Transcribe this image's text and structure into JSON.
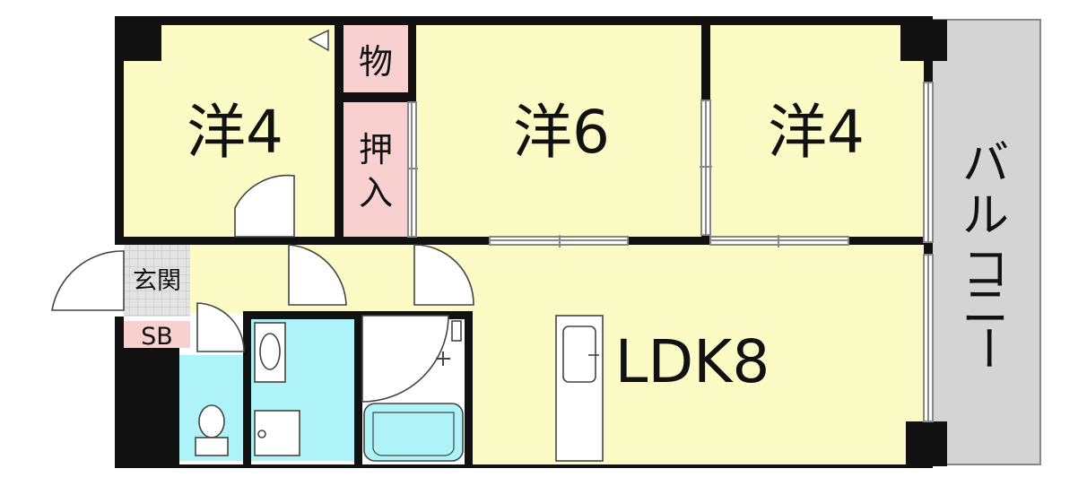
{
  "rooms": {
    "western_left": "洋4",
    "western_center": "洋6",
    "western_right": "洋4",
    "ldk": "LDK8",
    "storage": "物",
    "closet_line1": "押",
    "closet_line2": "入",
    "entrance": "玄関",
    "shoebox": "SB",
    "balcony_chars": [
      "バ",
      "ル",
      "コ",
      "ニ",
      "ー"
    ]
  },
  "colors": {
    "room_fill": "#fbfbc6",
    "closet_fill": "#f8d0d0",
    "wet_fill": "#aef3f7",
    "entrance_fill": "#e3e3e3",
    "balcony_fill": "#d4d4d4",
    "wall": "#111111"
  }
}
